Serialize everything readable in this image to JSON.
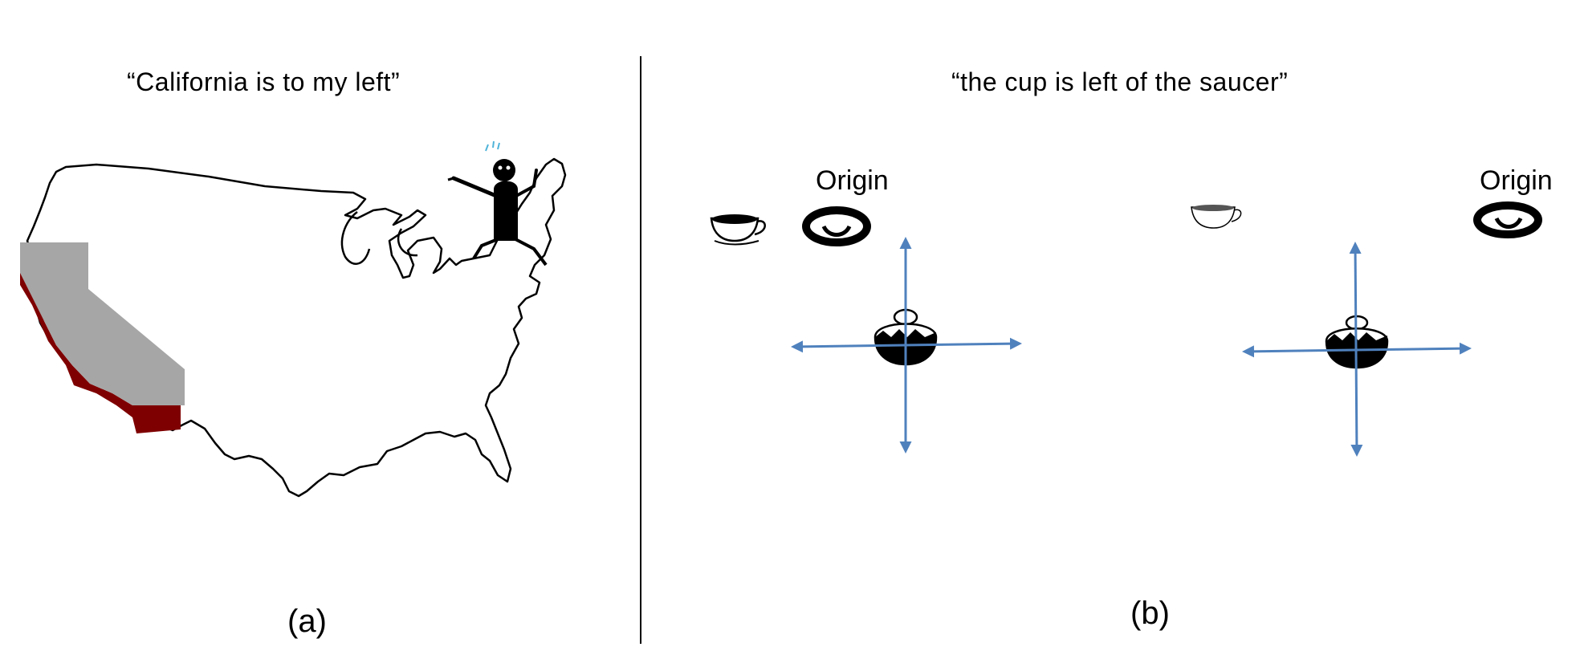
{
  "panel_a": {
    "quote": "“California is to my left”",
    "label": "(a)",
    "map_icon": "us-map-icon",
    "highlight_icon": "california-3d-icon",
    "figure_icon": "stick-figure-pointing-icon"
  },
  "panel_b": {
    "quote": "“the cup is left of the saucer”",
    "label": "(b)",
    "scenes": [
      {
        "origin_label": "Origin",
        "origin_on": "saucer"
      },
      {
        "origin_label": "Origin",
        "origin_on": "saucer"
      }
    ],
    "cup_icon": "teacup-icon",
    "saucer_icon": "saucer-icon",
    "pot_icon": "pot-icon",
    "axes_icon": "axis-arrows-icon"
  },
  "colors": {
    "arrow": "#4f81bd",
    "california_top": "#a6a6a6",
    "california_side": "#7f0000"
  }
}
